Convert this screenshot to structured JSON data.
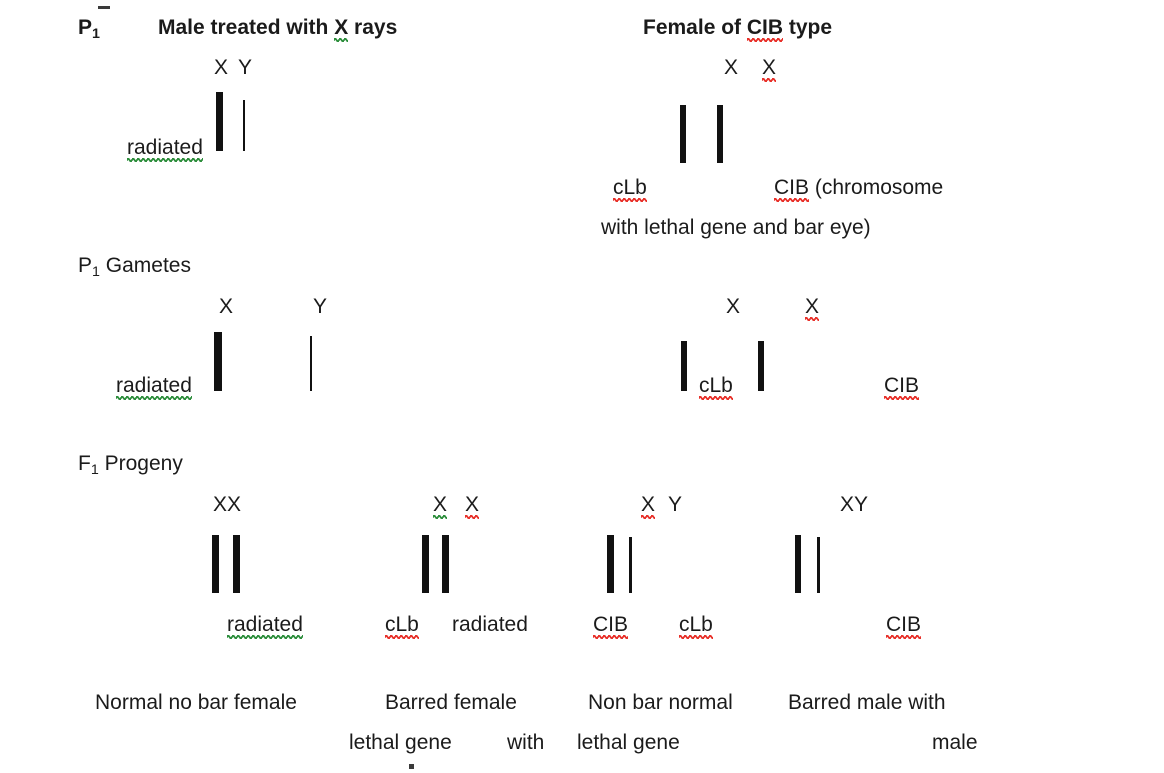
{
  "diagram": {
    "title_row": {
      "p1_stage": "P",
      "p1_sub": "1",
      "male_heading_pre": "Male treated with ",
      "male_heading_x": "X",
      "male_heading_post": " rays",
      "female_heading_pre": "Female of ",
      "female_heading_cib": "CIB",
      "female_heading_post": " type"
    },
    "p1": {
      "male": {
        "genotype_x": "X",
        "genotype_y": "Y",
        "radiated_label": "radiated"
      },
      "female": {
        "genotype_x1": "X",
        "genotype_x2": "X",
        "clb_label": "cLb",
        "cib_label": "CIB",
        "cib_note": " (chromosome",
        "cib_note_line2": "with lethal gene and bar eye)"
      }
    },
    "gametes": {
      "stage": "P",
      "stage_sub": "1",
      "stage_word": " Gametes",
      "male_x": "X",
      "male_y": "Y",
      "male_radiated": "radiated",
      "female_x1": "X",
      "female_x2": "X",
      "female_clb": "cLb",
      "female_cib": "CIB"
    },
    "f1": {
      "stage": "F",
      "stage_sub": "1",
      "stage_word": " Progeny",
      "groups": [
        {
          "genotype": "XX",
          "genotype_part1": "X",
          "genotype_part2": "X",
          "label_left": "",
          "label_right": "radiated",
          "outcome_line1": "Normal no bar female",
          "outcome_line2": ""
        },
        {
          "genotype": "X X",
          "genotype_part1": "X",
          "genotype_part2": "X",
          "label_left": "cLb",
          "label_right": "radiated",
          "outcome_line1": "Barred female",
          "outcome_line2": "lethal  gene"
        },
        {
          "genotype": "X Y",
          "genotype_part1": "X",
          "genotype_part2": "Y",
          "label_left": "CIB",
          "label_right": "cLb",
          "outcome_line1": "Non bar normal",
          "outcome_line2_a": "with",
          "outcome_line2_b": "lethal  gene"
        },
        {
          "genotype": "XY",
          "genotype_part1": "X",
          "genotype_part2": "Y",
          "label_left": "",
          "label_right": "CIB",
          "outcome_line1": "Barred male with",
          "outcome_line2": "male"
        }
      ]
    },
    "colors": {
      "text": "#1b1b1b",
      "chromosome": "#111111",
      "spellcheck_red": "#e8322b",
      "spellcheck_green": "#2f8f3e",
      "background": "#ffffff"
    }
  }
}
